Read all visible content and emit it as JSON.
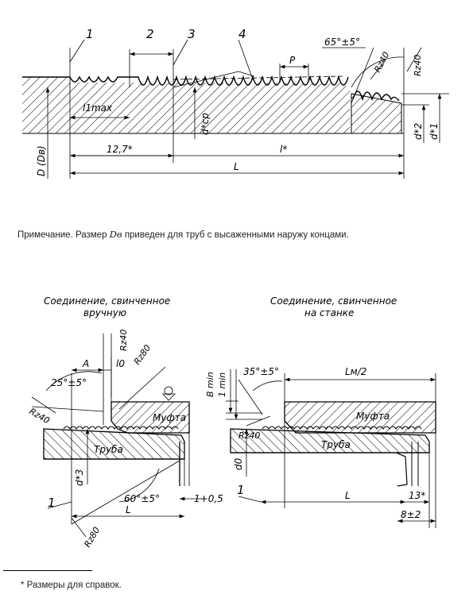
{
  "top_drawing": {
    "leaders": [
      "1",
      "2",
      "3",
      "4"
    ],
    "angle": "65°±5°",
    "roughness_1": "Rz40",
    "roughness_2": "Rz40",
    "pitch": "P",
    "l1max": "l1max",
    "dcp": "d*cp",
    "d2": "d*2",
    "d1": "d*1",
    "D": "D (Dв)",
    "dim_127": "12,7*",
    "dim_l": "l*",
    "dim_L": "L"
  },
  "note": {
    "prefix": "Примечание. Размер",
    "symbol": "Dв",
    "suffix": "приведен для труб с высаженными наружу концами."
  },
  "left_drawing": {
    "title_line1": "Соединение, свинченное",
    "title_line2": "вручную",
    "rz40_top": "Rz40",
    "rz80_top": "Rz80",
    "A": "A",
    "l0": "l0",
    "angle": "25°±5°",
    "rz40_left": "Rz40",
    "coupling": "Муфта",
    "pipe": "Труба",
    "d3": "d*3",
    "angle_bottom": "60°±5°",
    "tol": "1+0,5",
    "leader": "1",
    "L": "L",
    "rz80_bottom": "Rz80"
  },
  "right_drawing": {
    "title_line1": "Соединение, свинченное",
    "title_line2": "на станке",
    "angle": "35°±5°",
    "Lm2": "Lм/2",
    "Bmin": "B min",
    "one_min": "1 min",
    "rz40": "Rz40",
    "coupling": "Муфта",
    "pipe": "Труба",
    "d0": "d0",
    "leader": "1",
    "L": "L",
    "dim13": "13*",
    "dim8": "8±2"
  },
  "footnote": "* Размеры для справок."
}
